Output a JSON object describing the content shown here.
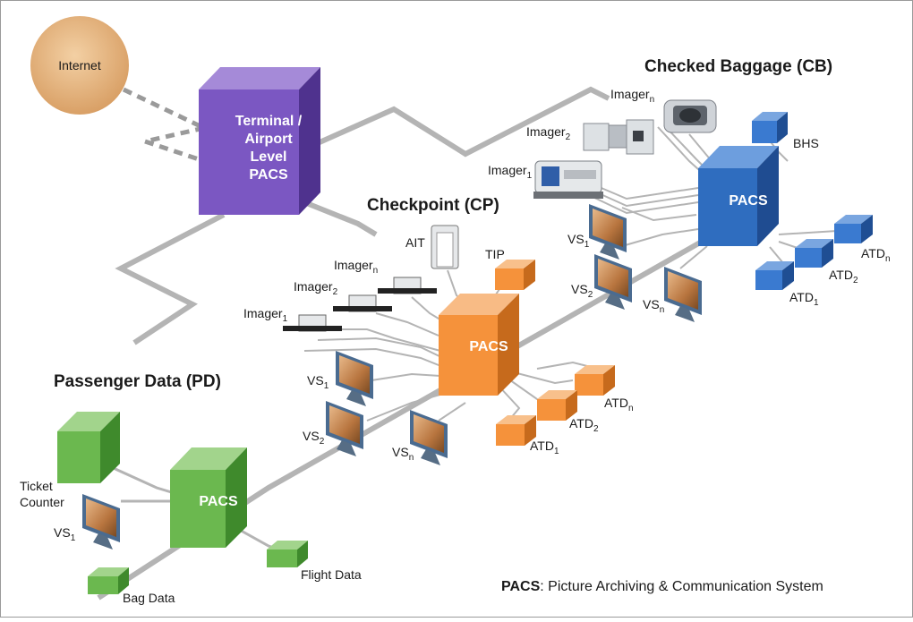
{
  "sections": {
    "cb": "Checked Baggage (CB)",
    "cp": "Checkpoint (CP)",
    "pd": "Passenger Data (PD)"
  },
  "internet": "Internet",
  "terminal": [
    "Terminal /",
    "Airport",
    "Level",
    "PACS"
  ],
  "pacs": "PACS",
  "cb": {
    "imagers": [
      {
        "base": "Imager",
        "sub": "n"
      },
      {
        "base": "Imager",
        "sub": "2"
      },
      {
        "base": "Imager",
        "sub": "1"
      }
    ],
    "bhs": "BHS",
    "vs": [
      {
        "base": "VS",
        "sub": "1"
      },
      {
        "base": "VS",
        "sub": "2"
      },
      {
        "base": "VS",
        "sub": "n"
      }
    ],
    "atd": [
      {
        "base": "ATD",
        "sub": "n"
      },
      {
        "base": "ATD",
        "sub": "2"
      },
      {
        "base": "ATD",
        "sub": "1"
      }
    ]
  },
  "cp": {
    "ait": "AIT",
    "tip": "TIP",
    "imagers": [
      {
        "base": "Imager",
        "sub": "n"
      },
      {
        "base": "Imager",
        "sub": "2"
      },
      {
        "base": "Imager",
        "sub": "1"
      }
    ],
    "vs": [
      {
        "base": "VS",
        "sub": "1"
      },
      {
        "base": "VS",
        "sub": "2"
      },
      {
        "base": "VS",
        "sub": "n"
      }
    ],
    "atd": [
      {
        "base": "ATD",
        "sub": "n"
      },
      {
        "base": "ATD",
        "sub": "2"
      },
      {
        "base": "ATD",
        "sub": "1"
      }
    ]
  },
  "pd": {
    "ticket": [
      "Ticket",
      "Counter"
    ],
    "vs": {
      "base": "VS",
      "sub": "1"
    },
    "bag": "Bag Data",
    "flight": "Flight Data"
  },
  "legend": {
    "term": "PACS",
    "desc": ": Picture Archiving & Communication System"
  },
  "colors": {
    "purple": "#7b57c2",
    "orange": "#f5923b",
    "blue": "#2f6dbf",
    "green": "#6bb84f",
    "internet": "#e5b47c",
    "line": "#b4b4b4"
  }
}
